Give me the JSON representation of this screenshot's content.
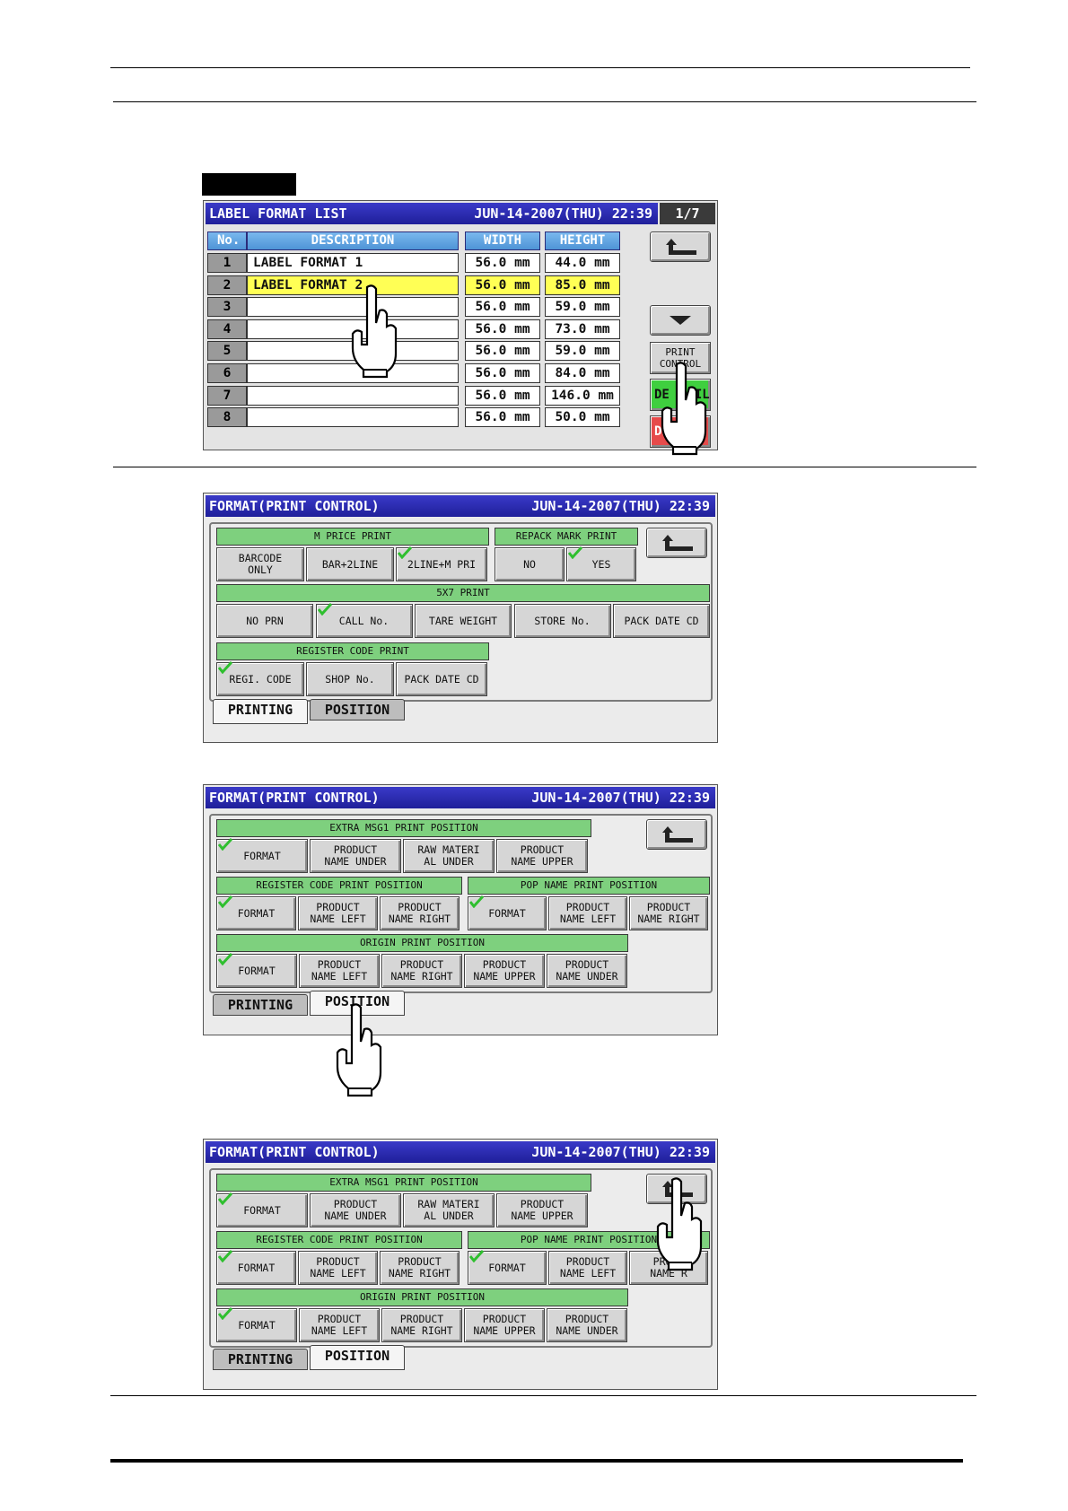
{
  "label_list": {
    "title": "LABEL FORMAT LIST",
    "datetime": "JUN-14-2007(THU) 22:39",
    "page": "1/7",
    "columns": {
      "no": "No.",
      "description": "DESCRIPTION",
      "width": "WIDTH",
      "height": "HEIGHT"
    },
    "rows": [
      {
        "no": "1",
        "description": "LABEL FORMAT 1",
        "width": "56.0 mm",
        "height": "44.0 mm",
        "selected": false
      },
      {
        "no": "2",
        "description": "LABEL FORMAT 2",
        "width": "56.0 mm",
        "height": "85.0 mm",
        "selected": true
      },
      {
        "no": "3",
        "description": "",
        "width": "56.0 mm",
        "height": "59.0 mm",
        "selected": false
      },
      {
        "no": "4",
        "description": "",
        "width": "56.0 mm",
        "height": "73.0 mm",
        "selected": false
      },
      {
        "no": "5",
        "description": "",
        "width": "56.0 mm",
        "height": "59.0 mm",
        "selected": false
      },
      {
        "no": "6",
        "description": "",
        "width": "56.0 mm",
        "height": "84.0 mm",
        "selected": false
      },
      {
        "no": "7",
        "description": "",
        "width": "56.0 mm",
        "height": "146.0 mm",
        "selected": false
      },
      {
        "no": "8",
        "description": "",
        "width": "56.0 mm",
        "height": "50.0 mm",
        "selected": false
      }
    ],
    "print_control": "PRINT\nCONTROL",
    "detail": "DE",
    "detail_tail": "IL",
    "delete": "DE",
    "delete_tail": "E"
  },
  "printing_screen": {
    "title": "FORMAT(PRINT CONTROL)",
    "datetime": "JUN-14-2007(THU)  22:39",
    "m_price": {
      "label": "M PRICE PRINT",
      "options": [
        "BARCODE\nONLY",
        "BAR+2LINE",
        "2LINE+M PRI"
      ],
      "checked": 2
    },
    "repack": {
      "label": "REPACK MARK PRINT",
      "options": [
        "NO",
        "YES"
      ],
      "checked": 1
    },
    "five_by_seven": {
      "label": "5X7 PRINT",
      "options": [
        "NO PRN",
        "CALL No.",
        "TARE WEIGHT",
        "STORE No.",
        "PACK DATE CD"
      ],
      "checked": 1
    },
    "register_code": {
      "label": "REGISTER CODE PRINT",
      "options": [
        "REGI. CODE",
        "SHOP No.",
        "PACK DATE CD"
      ],
      "checked": 0
    },
    "tabs": {
      "printing": "PRINTING",
      "position": "POSITION"
    }
  },
  "position_screen": {
    "title": "FORMAT(PRINT CONTROL)",
    "datetime": "JUN-14-2007(THU)  22:39",
    "extra_msg": {
      "label": "EXTRA MSG1 PRINT POSITION",
      "options": [
        "FORMAT",
        "PRODUCT\nNAME UNDER",
        "RAW MATERI\nAL UNDER",
        "PRODUCT\nNAME UPPER"
      ]
    },
    "register_code": {
      "label": "REGISTER CODE PRINT POSITION",
      "options": [
        "FORMAT",
        "PRODUCT\nNAME LEFT",
        "PRODUCT\nNAME RIGHT"
      ]
    },
    "pop_name": {
      "label": "POP NAME PRINT POSITION",
      "options": [
        "FORMAT",
        "PRODUCT\nNAME LEFT",
        "PRODUCT\nNAME RIGHT"
      ]
    },
    "origin": {
      "label": "ORIGIN PRINT POSITION",
      "options": [
        "FORMAT",
        "PRODUCT\nNAME LEFT",
        "PRODUCT\nNAME RIGHT",
        "PRODUCT\nNAME UPPER",
        "PRODUCT\nNAME UNDER"
      ]
    },
    "tabs": {
      "printing": "PRINTING",
      "position": "POSITION"
    },
    "pop_last_partial": "PRODU\nNAME R"
  },
  "colors": {
    "title_bar": "#2525a8",
    "header_green": "#7ed07e",
    "check_green": "#2fbf2f",
    "selected_row": "#ffff55"
  },
  "icons": [
    "back-arrow-icon",
    "down-arrow-icon",
    "checkmark-icon",
    "pointing-hand-icon"
  ]
}
